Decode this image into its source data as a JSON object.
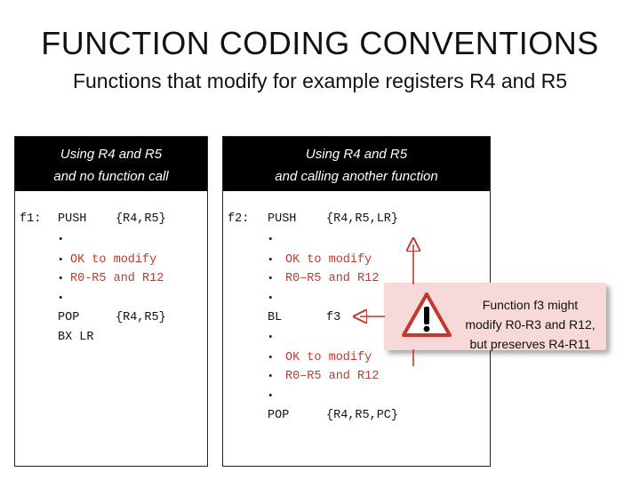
{
  "slide": {
    "title": "FUNCTION CODING CONVENTIONS",
    "subtitle": "Functions that modify for example registers R4 and R5"
  },
  "left_panel": {
    "header_line1": "Using R4 and R5",
    "header_line2": "and no function call",
    "label": "f1:",
    "lines": {
      "push_op": "PUSH",
      "push_arg": "{R4,R5}",
      "bullet": "•",
      "comment1": "OK to modify",
      "comment2": "R0-R5 and R12",
      "pop_op": "POP",
      "pop_arg": "{R4,R5}",
      "ret": "BX LR"
    }
  },
  "right_panel": {
    "header_line1": "Using R4 and R5",
    "header_line2": "and calling another function",
    "label": "f2:",
    "lines": {
      "push_op": "PUSH",
      "push_arg": "{R4,R5,LR}",
      "bullet": "•",
      "comment1": "OK to modify",
      "comment2": "R0–R5 and R12",
      "bl_op": "BL",
      "bl_arg": "f3",
      "comment3": "OK to modify",
      "comment4": "R0–R5 and R12",
      "pop_op": "POP",
      "pop_arg": "{R4,R5,PC}"
    }
  },
  "callout": {
    "line1": "Function f3 might",
    "line2": "modify R0-R3 and R12,",
    "line3": "but preserves R4-R11",
    "icon": "warning-icon",
    "background": "#f7d9d9"
  },
  "colors": {
    "comment": "#c0392b",
    "header_bg": "#000000",
    "arrow": "#c0392b"
  }
}
